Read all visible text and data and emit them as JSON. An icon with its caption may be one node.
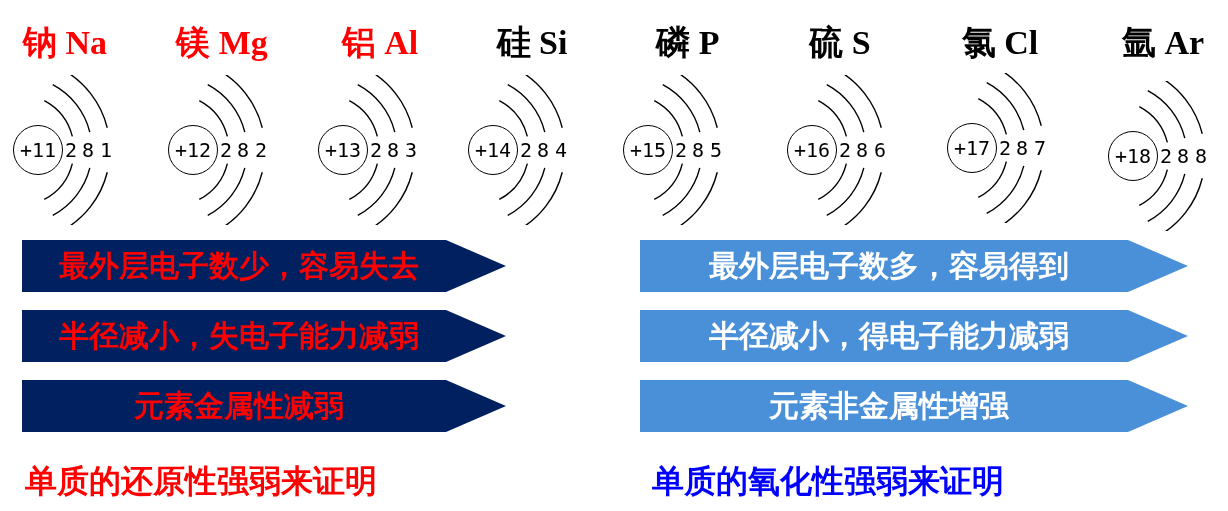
{
  "diagram": {
    "nodes": [
      {
        "text": [
          "+11"
        ]
      },
      {
        "text": [
          "+12"
        ]
      },
      {
        "text": [
          "+13"
        ]
      },
      {
        "text": [
          "+14"
        ]
      },
      {
        "text": [
          "+15"
        ]
      },
      {
        "text": [
          "+16"
        ]
      },
      {
        "text": [
          "+17"
        ]
      },
      {
        "text": [
          "+18"
        ]
      },
      {
        "text": [
          "最外层电子数少，容易失去"
        ]
      },
      {
        "text": [
          "最外层电子数多，容易得到"
        ]
      },
      {
        "text": [
          "半径减小，失电子能力减弱"
        ]
      },
      {
        "text": [
          "半径减小，得电子能力减弱"
        ]
      },
      {
        "text": [
          "元素金属性减弱"
        ]
      },
      {
        "text": [
          "元素非金属性增强"
        ]
      }
    ],
    "labels": [
      "钠 Na",
      "镁 Mg",
      "铝 Al",
      "硅 Si",
      "磷 P",
      "硫 S",
      "氯 Cl",
      "氩 Ar",
      "2",
      "8",
      "1",
      "2",
      "8",
      "2",
      "2",
      "8",
      "3",
      "2",
      "8",
      "4",
      "2",
      "8",
      "5",
      "2",
      "8",
      "6",
      "2",
      "8",
      "7",
      "2",
      "8",
      "8",
      "单质的还原性强弱来证明",
      "单质的氧化性强弱来证明"
    ]
  }
}
